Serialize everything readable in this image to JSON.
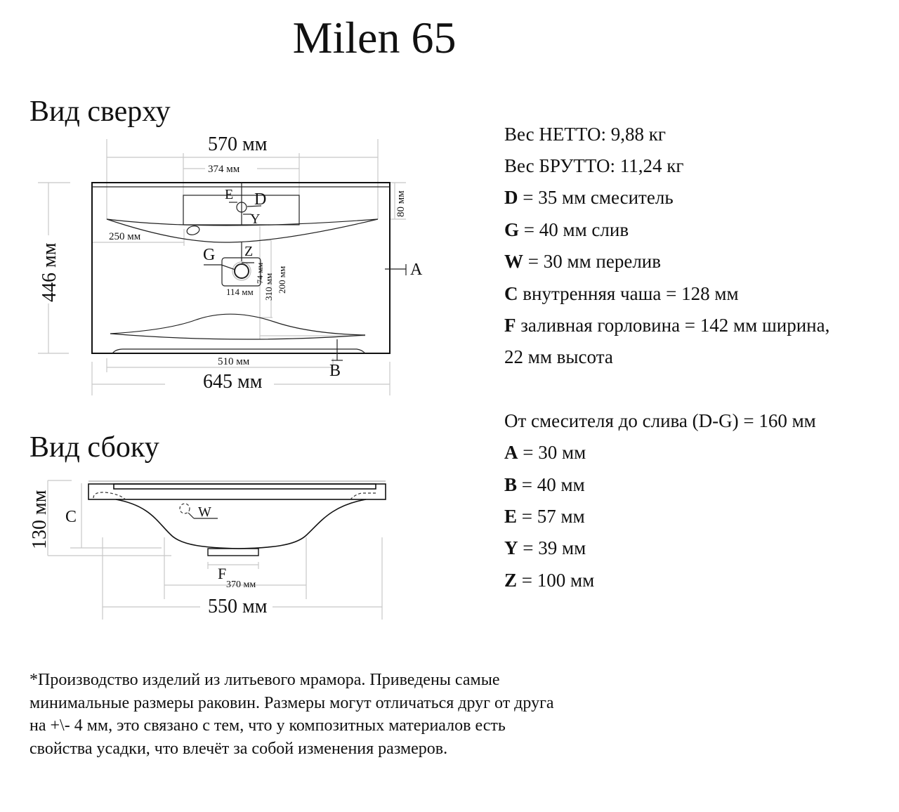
{
  "title": "Milen 65",
  "top_view": {
    "heading": "Вид сверху",
    "dims": {
      "overall_width": "645 мм",
      "overall_depth": "446 мм",
      "bowl_width": "570 мм",
      "faucet_zone_width": "374 мм",
      "faucet_zone_depth": "80 мм",
      "overflow_offset": "250 мм",
      "front_edge_width": "510 мм",
      "drain_box_width": "114 мм",
      "drain_box_depth": "74 мм",
      "drain_to_back": "310 мм",
      "bowl_depth": "200 мм"
    },
    "letters": {
      "E": "E",
      "D": "D",
      "Y": "Y",
      "Z": "Z",
      "G": "G",
      "A": "A",
      "B": "B"
    }
  },
  "side_view": {
    "heading": "Вид сбоку",
    "dims": {
      "height": "130 мм",
      "base_width": "550 мм",
      "bowl_bottom_width": "370 мм"
    },
    "letters": {
      "C": "C",
      "W": "W",
      "F": "F"
    }
  },
  "specs": {
    "group1": [
      {
        "key": "",
        "text": "Вес НЕТТО: 9,88 кг"
      },
      {
        "key": "",
        "text": "Вес БРУТТО: 11,24 кг"
      },
      {
        "key": "D",
        "text": " = 35 мм смеситель"
      },
      {
        "key": "G",
        "text": " = 40 мм слив"
      },
      {
        "key": "W",
        "text": " = 30 мм перелив"
      },
      {
        "key": "C",
        "text": " внутренняя чаша = 128 мм"
      },
      {
        "key": "F",
        "text": " заливная горловина = 142 мм ширина,"
      },
      {
        "key": "",
        "text": "22 мм высота"
      }
    ],
    "group2": [
      {
        "key": "",
        "text": "От смесителя до слива (D-G) = 160 мм"
      },
      {
        "key": "A",
        "text": " = 30 мм"
      },
      {
        "key": "B",
        "text": " = 40 мм"
      },
      {
        "key": "E",
        "text": " = 57 мм"
      },
      {
        "key": "Y",
        "text": " = 39 мм"
      },
      {
        "key": "Z",
        "text": " = 100 мм"
      }
    ]
  },
  "footnote": "*Производство изделий из литьевого мрамора. Приведены самые минимальные размеры раковин. Размеры могут отличаться друг от друга на +\\- 4 мм, это связано с тем, что у композитных материалов есть свойства усадки, что влечёт за собой изменения размеров."
}
